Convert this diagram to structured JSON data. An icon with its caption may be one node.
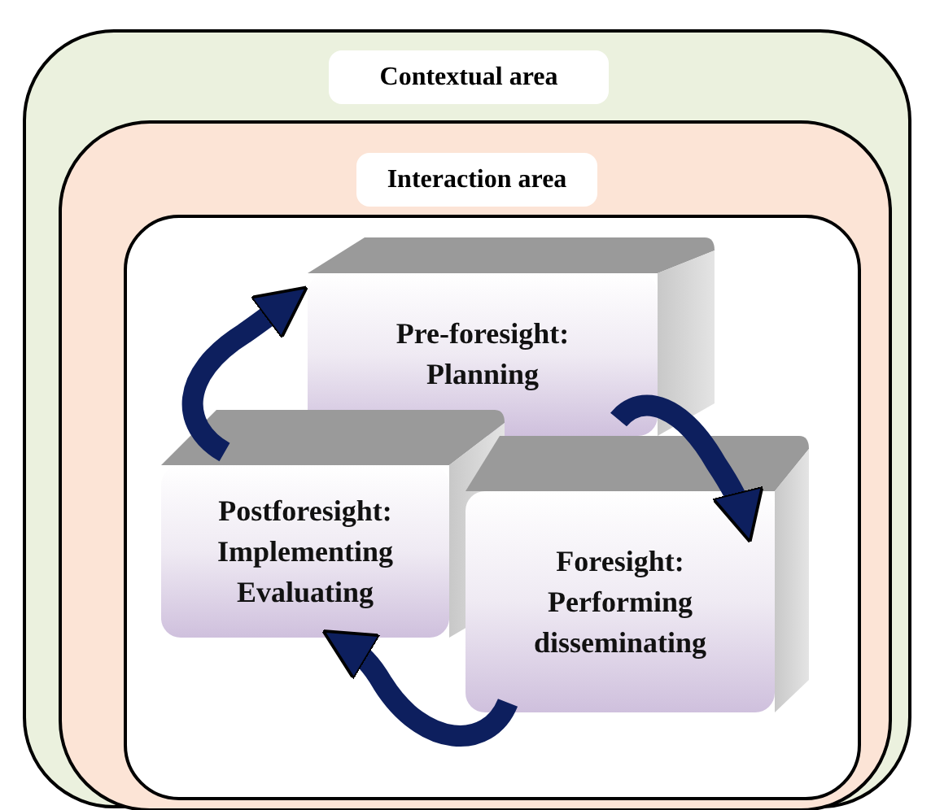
{
  "diagram": {
    "nodes": [
      {
        "text": [
          "Contextual area"
        ]
      },
      {
        "text": [
          "Interaction area"
        ],
        "in": 0
      },
      {
        "text": [],
        "shape": "box",
        "in": 1
      },
      {
        "text": [
          "Pre-foresight: Planning"
        ],
        "in": 2
      },
      {
        "text": [
          "Postforesight: Implementing Evaluating"
        ],
        "in": 2
      },
      {
        "text": [
          "Foresight: Performing disseminating"
        ],
        "in": 2
      }
    ],
    "edges": [
      {
        "from": 3,
        "to": 5,
        "arrow": "to"
      },
      {
        "from": 5,
        "to": 4,
        "arrow": "to"
      },
      {
        "from": 4,
        "to": 3,
        "arrow": "to"
      }
    ]
  }
}
